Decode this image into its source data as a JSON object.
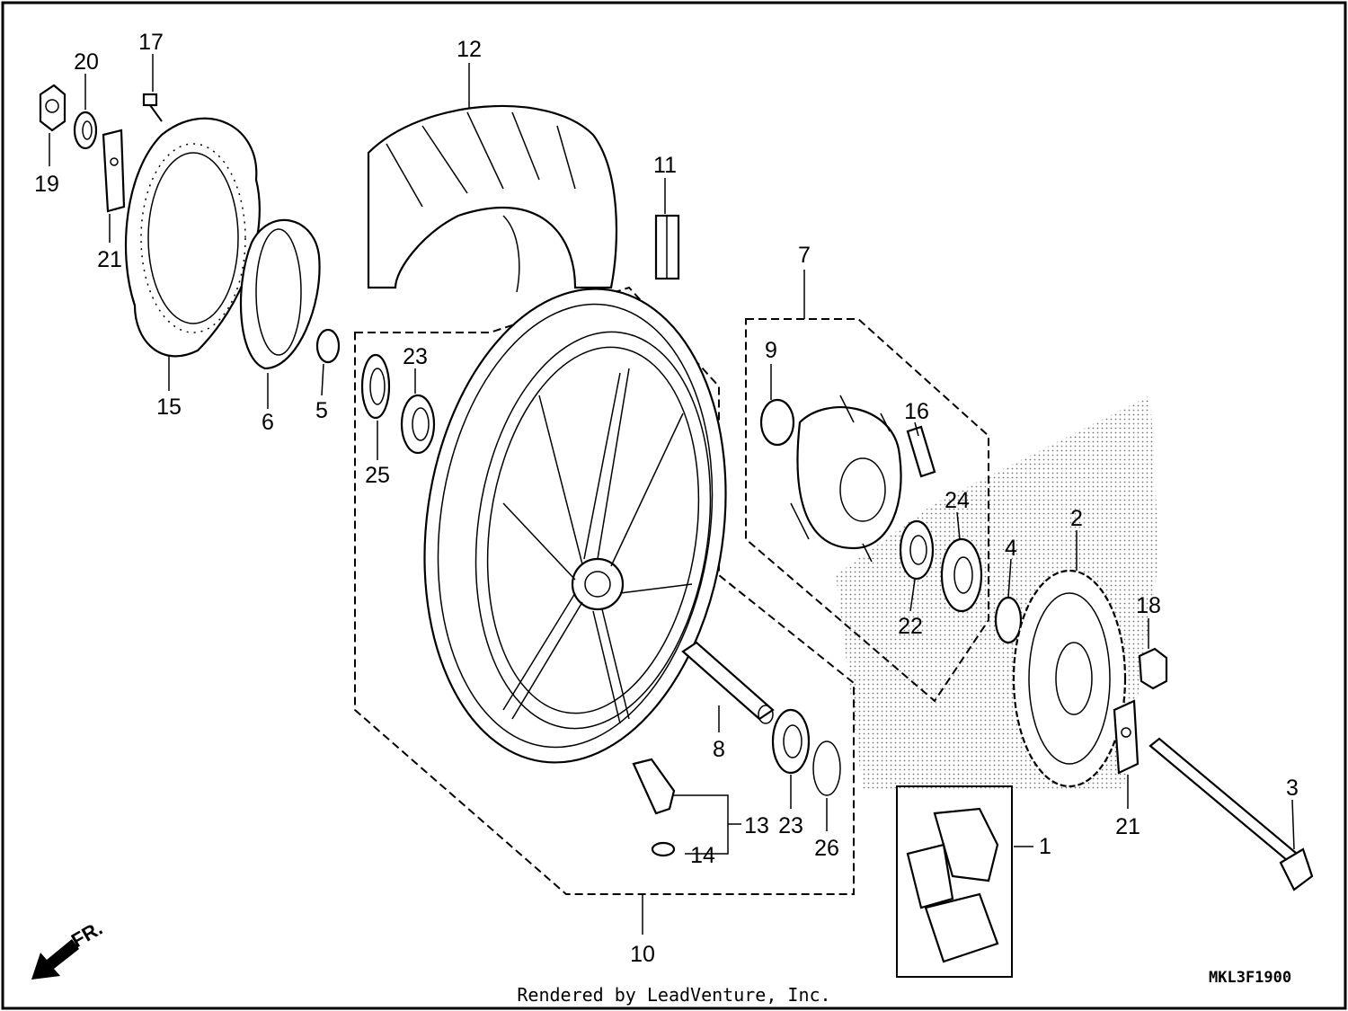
{
  "diagram": {
    "part_labels": [
      "1",
      "2",
      "3",
      "4",
      "5",
      "6",
      "7",
      "8",
      "9",
      "10",
      "11",
      "12",
      "13",
      "14",
      "15",
      "16",
      "17",
      "18",
      "19",
      "20",
      "21",
      "21",
      "22",
      "23",
      "23",
      "24",
      "25",
      "26"
    ],
    "diagram_code": "MKL3F1900",
    "direction_label": "FR.",
    "credit": "Rendered by LeadVenture, Inc."
  }
}
